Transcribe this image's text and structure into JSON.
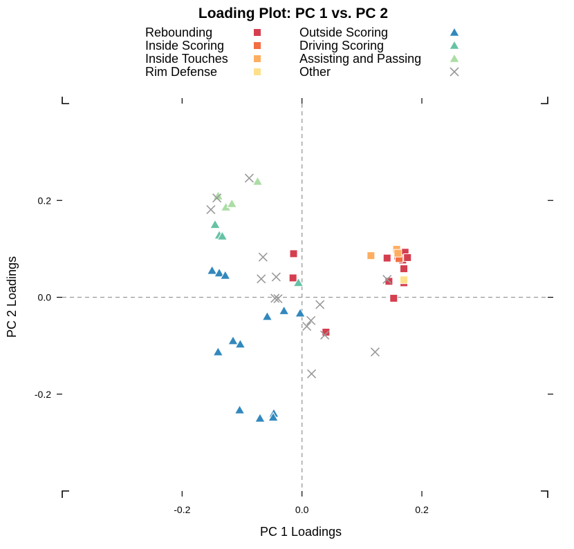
{
  "chart_data": {
    "type": "scatter",
    "title": "Loading Plot: PC 1 vs. PC 2",
    "xlabel": "PC 1 Loadings",
    "ylabel": "PC 2 Loadings",
    "xlim": [
      -0.4,
      0.41
    ],
    "ylim": [
      -0.4,
      0.4
    ],
    "x_ticks": [
      -0.2,
      0.0,
      0.2
    ],
    "y_ticks": [
      -0.2,
      0.0,
      0.2
    ],
    "x_tick_labels": [
      "-0.2",
      "0.0",
      "0.2"
    ],
    "y_tick_labels": [
      "-0.2",
      "0.0",
      "0.2"
    ],
    "reference_lines": {
      "x": 0,
      "y": 0,
      "style": "dashed"
    },
    "grid": false,
    "legend_position": "top",
    "series": [
      {
        "name": "Rebounding",
        "marker": "square",
        "color": "#D53E4F",
        "points": [
          {
            "x": -0.014,
            "y": 0.09
          },
          {
            "x": -0.015,
            "y": 0.04
          },
          {
            "x": 0.04,
            "y": -0.072
          },
          {
            "x": 0.142,
            "y": 0.081
          },
          {
            "x": 0.145,
            "y": 0.033
          },
          {
            "x": 0.153,
            "y": -0.002
          },
          {
            "x": 0.16,
            "y": 0.085
          },
          {
            "x": 0.163,
            "y": 0.09
          },
          {
            "x": 0.168,
            "y": 0.077
          },
          {
            "x": 0.172,
            "y": 0.093
          },
          {
            "x": 0.176,
            "y": 0.082
          },
          {
            "x": 0.17,
            "y": 0.059
          },
          {
            "x": 0.17,
            "y": 0.03
          }
        ]
      },
      {
        "name": "Inside Scoring",
        "marker": "square",
        "color": "#F46D43",
        "points": [
          {
            "x": 0.162,
            "y": 0.08
          }
        ]
      },
      {
        "name": "Inside Touches",
        "marker": "square",
        "color": "#FDAE61",
        "points": [
          {
            "x": 0.115,
            "y": 0.086
          },
          {
            "x": 0.158,
            "y": 0.099
          },
          {
            "x": 0.16,
            "y": 0.091
          }
        ]
      },
      {
        "name": "Rim Defense",
        "marker": "square",
        "color": "#FEE08B",
        "points": [
          {
            "x": 0.17,
            "y": 0.036
          }
        ]
      },
      {
        "name": "Outside Scoring",
        "marker": "triangle",
        "color": "#3288BD",
        "points": [
          {
            "x": -0.15,
            "y": 0.055
          },
          {
            "x": -0.138,
            "y": 0.05
          },
          {
            "x": -0.128,
            "y": 0.045
          },
          {
            "x": -0.058,
            "y": -0.04
          },
          {
            "x": -0.03,
            "y": -0.028
          },
          {
            "x": -0.003,
            "y": -0.033
          },
          {
            "x": -0.14,
            "y": -0.113
          },
          {
            "x": -0.115,
            "y": -0.09
          },
          {
            "x": -0.103,
            "y": -0.097
          },
          {
            "x": -0.104,
            "y": -0.233
          },
          {
            "x": -0.07,
            "y": -0.25
          },
          {
            "x": -0.047,
            "y": -0.24
          },
          {
            "x": -0.048,
            "y": -0.248
          }
        ]
      },
      {
        "name": "Driving Scoring",
        "marker": "triangle",
        "color": "#66C2A5",
        "points": [
          {
            "x": -0.145,
            "y": 0.15
          },
          {
            "x": -0.138,
            "y": 0.128
          },
          {
            "x": -0.133,
            "y": 0.126
          },
          {
            "x": -0.006,
            "y": 0.03
          }
        ]
      },
      {
        "name": "Assisting and Passing",
        "marker": "triangle",
        "color": "#ABDDA4",
        "points": [
          {
            "x": -0.14,
            "y": 0.209
          },
          {
            "x": -0.127,
            "y": 0.186
          },
          {
            "x": -0.117,
            "y": 0.193
          },
          {
            "x": -0.074,
            "y": 0.239
          }
        ]
      },
      {
        "name": "Other",
        "marker": "x",
        "color": "#999999",
        "points": [
          {
            "x": -0.152,
            "y": 0.181
          },
          {
            "x": -0.142,
            "y": 0.205
          },
          {
            "x": -0.088,
            "y": 0.246
          },
          {
            "x": -0.065,
            "y": 0.083
          },
          {
            "x": -0.068,
            "y": 0.038
          },
          {
            "x": -0.043,
            "y": 0.042
          },
          {
            "x": -0.045,
            "y": -0.002
          },
          {
            "x": -0.04,
            "y": -0.003
          },
          {
            "x": 0.03,
            "y": -0.015
          },
          {
            "x": 0.015,
            "y": -0.048
          },
          {
            "x": 0.008,
            "y": -0.06
          },
          {
            "x": 0.038,
            "y": -0.078
          },
          {
            "x": 0.016,
            "y": -0.158
          },
          {
            "x": 0.122,
            "y": -0.113
          },
          {
            "x": 0.142,
            "y": 0.037
          }
        ]
      }
    ]
  }
}
